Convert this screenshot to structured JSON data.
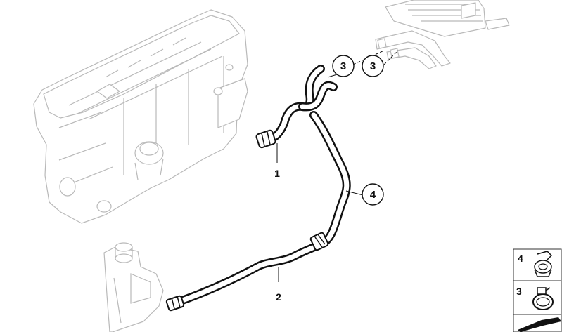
{
  "diagram": {
    "callouts": [
      {
        "id": "callout-3-left",
        "label": "3"
      },
      {
        "id": "callout-3-right",
        "label": "3"
      },
      {
        "id": "callout-4",
        "label": "4"
      }
    ],
    "part_labels": [
      {
        "id": "label-1",
        "label": "1"
      },
      {
        "id": "label-2",
        "label": "2"
      }
    ],
    "legend": [
      {
        "label": "4",
        "icon": "hose-clip-icon"
      },
      {
        "label": "3",
        "icon": "hose-clamp-icon"
      }
    ],
    "colors": {
      "hose": "#111111",
      "ghost_outline": "#b9b9b9",
      "background": "#ffffff"
    }
  }
}
